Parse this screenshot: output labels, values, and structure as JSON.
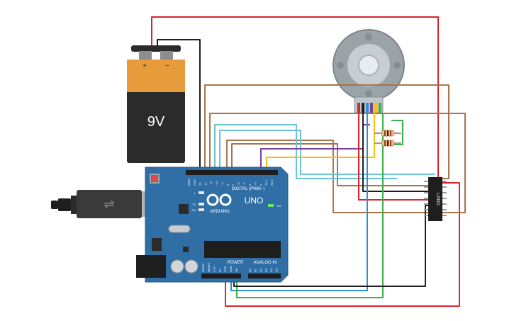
{
  "battery": {
    "voltage_label": "9V",
    "plus_label": "+",
    "minus_label": "−"
  },
  "arduino": {
    "brand": "ARDUINO",
    "model": "UNO",
    "digital_header": "DIGITAL (PWM~)",
    "power_header": "POWER",
    "analog_header": "ANALOG IN",
    "on_label": "ON",
    "led_l": "L",
    "led_tx": "TX",
    "led_rx": "RX",
    "top_pins": [
      "AREF",
      "GND",
      "13",
      "12",
      "~11",
      "~10",
      "~9",
      "8",
      "7",
      "~6",
      "~5",
      "4",
      "~3",
      "2",
      "TX 1",
      "RX 0"
    ],
    "power_pins": [
      "IOREF",
      "RESET",
      "3.3V",
      "5V",
      "GND",
      "GND",
      "Vin"
    ],
    "analog_pins": [
      "A0",
      "A1",
      "A2",
      "A3",
      "A4",
      "A5"
    ]
  },
  "driver_chip": {
    "label": "L293D"
  },
  "colors": {
    "board": "#2f6fa6",
    "wire_red": "#d8262c",
    "wire_black": "#1e1e1e",
    "wire_brown": "#a9754b",
    "wire_cyan": "#6cc3d2",
    "wire_blue": "#2b8fd1",
    "wire_green": "#3db14a",
    "wire_purple": "#7b3fa2",
    "wire_yellow": "#f4c20d",
    "battery_label": "#e79b3a",
    "battery_body": "#2b2b2b"
  }
}
